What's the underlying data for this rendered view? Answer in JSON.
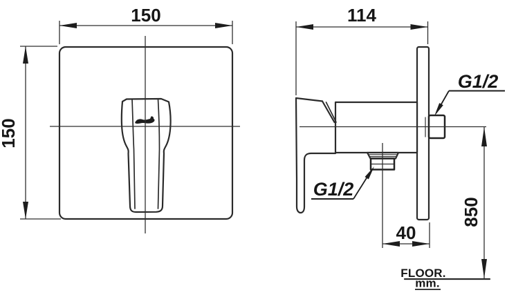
{
  "labels": {
    "front_width": "150",
    "front_height": "150",
    "side_depth": "114",
    "thread_top": "G1/2",
    "thread_bottom": "G1/2",
    "outlet_offset": "40",
    "mounting_height": "850",
    "floor": "FLOOR.",
    "unit": "mm."
  },
  "dimensions_mm": {
    "faceplate_width": 150,
    "faceplate_height": 150,
    "depth": 114,
    "outlet_to_wall_face": 40,
    "height_above_floor": 850,
    "thread_size": "G1/2"
  },
  "colors": {
    "background": "#ffffff",
    "line": "#2a2a2a",
    "text": "#161616"
  }
}
